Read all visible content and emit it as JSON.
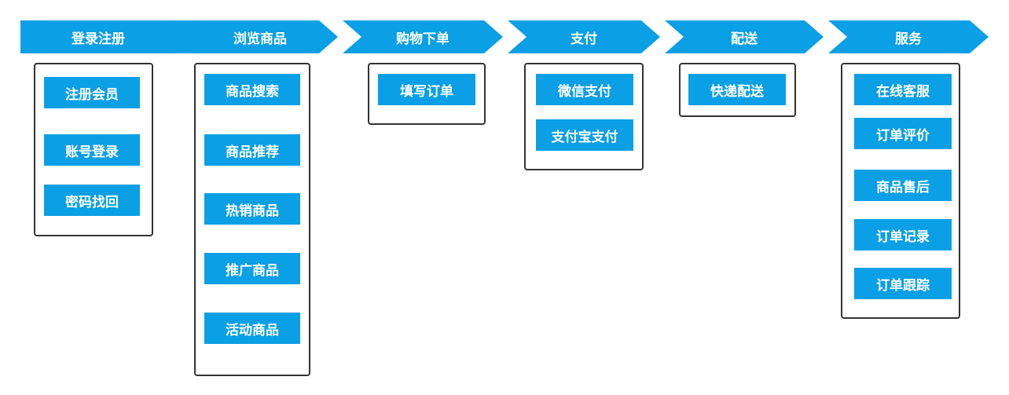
{
  "stages": [
    {
      "label": "登录注册",
      "items": [
        "注册会员",
        "账号登录",
        "密码找回"
      ]
    },
    {
      "label": "浏览商品",
      "items": [
        "商品搜索",
        "商品推荐",
        "热销商品",
        "推广商品",
        "活动商品"
      ]
    },
    {
      "label": "购物下单",
      "items": [
        "填写订单"
      ]
    },
    {
      "label": "支付",
      "items": [
        "微信支付",
        "支付宝支付"
      ]
    },
    {
      "label": "配送",
      "items": [
        "快递配送"
      ]
    },
    {
      "label": "服务",
      "items": [
        "在线客服",
        "订单评价",
        "商品售后",
        "订单记录",
        "订单跟踪"
      ]
    }
  ],
  "colors": {
    "accent": "#0b9fe6",
    "border": "#333333",
    "text_on_accent": "#ffffff"
  }
}
